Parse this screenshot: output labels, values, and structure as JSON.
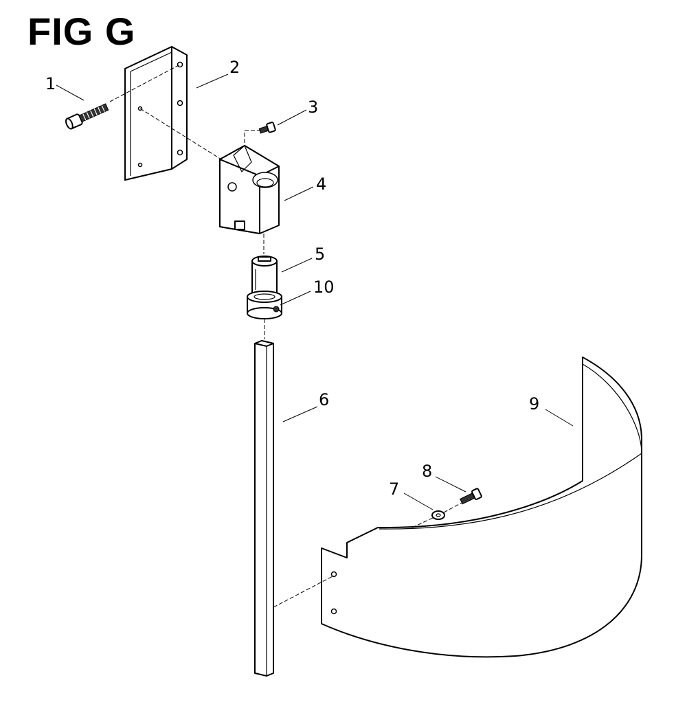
{
  "figure": {
    "title": "FIG G",
    "callouts": [
      {
        "id": "1",
        "label": "1"
      },
      {
        "id": "2",
        "label": "2"
      },
      {
        "id": "3",
        "label": "3"
      },
      {
        "id": "4",
        "label": "4"
      },
      {
        "id": "5",
        "label": "5"
      },
      {
        "id": "6",
        "label": "6"
      },
      {
        "id": "7",
        "label": "7"
      },
      {
        "id": "8",
        "label": "8"
      },
      {
        "id": "9",
        "label": "9"
      },
      {
        "id": "10",
        "label": "10"
      }
    ]
  }
}
